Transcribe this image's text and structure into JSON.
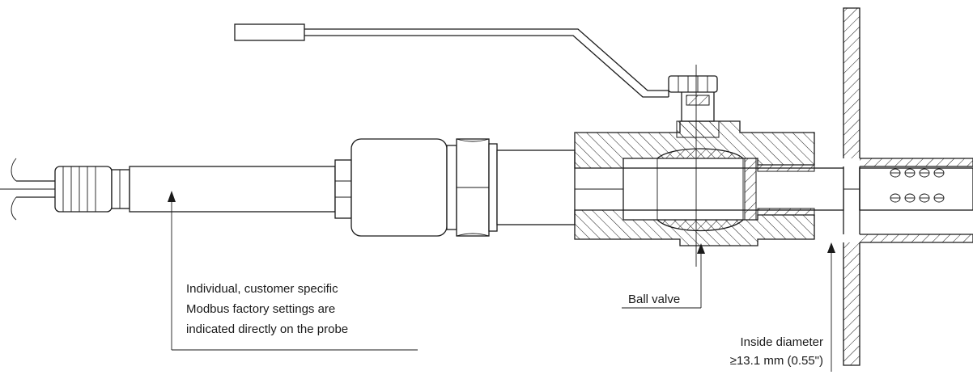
{
  "annotations": {
    "probe_note": {
      "line1": "Individual, customer specific",
      "line2": "Modbus factory settings are",
      "line3": "indicated directly on the probe"
    },
    "ball_valve": {
      "label": "Ball valve"
    },
    "inside_diameter": {
      "line1": "Inside diameter",
      "line2": "≥13.1 mm (0.55\")"
    }
  }
}
